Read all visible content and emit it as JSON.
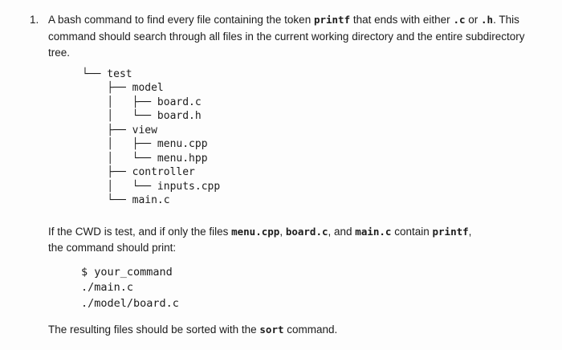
{
  "question": {
    "number": "1.",
    "intro_segments": [
      {
        "text": "A bash command to find every file containing the token "
      },
      {
        "text": "printf",
        "code": true
      },
      {
        "text": " that ends with either "
      },
      {
        "text": ".c",
        "code": true
      },
      {
        "text": " or "
      },
      {
        "text": ".h",
        "code": true
      },
      {
        "text": ". This\ncommand should search through all files in the current working directory and the entire subdirectory\ntree."
      }
    ],
    "tree": {
      "root": "test",
      "lines": [
        "└── test",
        "    ├── model",
        "    │   ├── board.c",
        "    │   └── board.h",
        "    ├── view",
        "    │   ├── menu.cpp",
        "    │   └── menu.hpp",
        "    ├── controller",
        "    │   └── inputs.cpp",
        "    └── main.c"
      ]
    },
    "condition_segments": [
      {
        "text": "If the CWD is test, and if only the files "
      },
      {
        "text": "menu.cpp",
        "code": true
      },
      {
        "text": ", "
      },
      {
        "text": "board.c",
        "code": true
      },
      {
        "text": ", and "
      },
      {
        "text": "main.c",
        "code": true
      },
      {
        "text": " contain "
      },
      {
        "text": "printf",
        "code": true
      },
      {
        "text": ",\nthe command should print:"
      }
    ],
    "example_output": {
      "lines": [
        "$ your_command",
        "./main.c",
        "./model/board.c"
      ]
    },
    "footer_segments": [
      {
        "text": "The resulting files should be sorted with the "
      },
      {
        "text": "sort",
        "code": true
      },
      {
        "text": " command."
      }
    ]
  },
  "colors": {
    "background": "#fdfdfd",
    "text": "#1c1c1c"
  }
}
